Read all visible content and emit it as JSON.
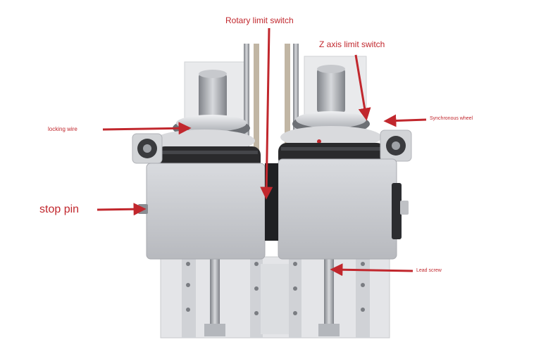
{
  "labels": {
    "rotary_limit_switch": "Rotary limit switch",
    "z_axis_limit_switch": "Z axis limit switch",
    "synchronous_wheel": "Synchronous wheel",
    "locking_wire": "locking wire",
    "stop_pin": "stop pin",
    "lead_screw": "Lead screw"
  },
  "colors": {
    "callout": "#c1272d",
    "housing": "#c9cbd0",
    "plate": "#e7e8ea",
    "belt": "#2a2a2c",
    "steel": "#9a9da3"
  },
  "icons": {
    "arrow": "arrow-icon"
  }
}
